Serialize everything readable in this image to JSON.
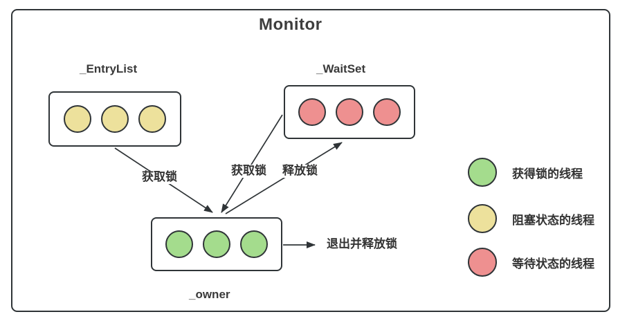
{
  "title": "Monitor",
  "colors": {
    "line": "#2f3437",
    "green": "#a4dc8d",
    "yellow": "#ede19c",
    "red": "#ee9090"
  },
  "nodes": {
    "entry_list": {
      "label": "_EntryList",
      "thread_count": 3,
      "thread_color": "#ede19c"
    },
    "wait_set": {
      "label": "_WaitSet",
      "thread_count": 3,
      "thread_color": "#ee9090"
    },
    "owner": {
      "label": "_owner",
      "thread_count": 3,
      "thread_color": "#a4dc8d"
    }
  },
  "arrows": {
    "entrylist_to_owner": "获取锁",
    "waitset_to_owner": "获取锁",
    "owner_to_waitset": "释放锁",
    "owner_exit": "退出并释放锁"
  },
  "legend": [
    {
      "color": "#a4dc8d",
      "label": "获得锁的线程"
    },
    {
      "color": "#ede19c",
      "label": "阻塞状态的线程"
    },
    {
      "color": "#ee9090",
      "label": "等待状态的线程"
    }
  ]
}
